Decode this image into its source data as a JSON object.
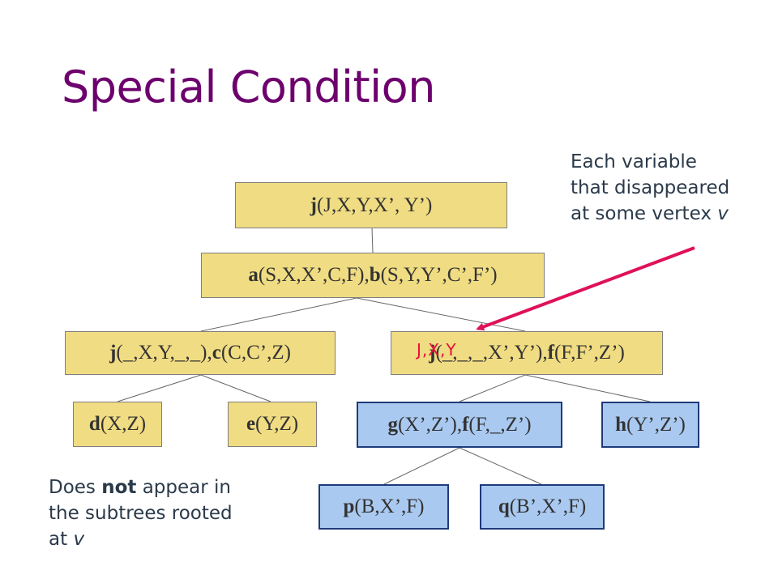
{
  "title": "Special Condition",
  "colors": {
    "title": "#6d006d",
    "yellow_node": "#f0dc82",
    "blue_node": "#a9c9f0",
    "arrow": "#e0105a"
  },
  "nodes": {
    "root": {
      "atom1_pred": "j",
      "atom1_args": "(J,X,Y,X’, Y’)"
    },
    "level1": {
      "atom1_pred": "a",
      "atom1_args": "(S,X,X’,C,F), ",
      "atom2_pred": "b",
      "atom2_args": "(S,Y,Y’,C’,F’)"
    },
    "left2": {
      "atom1_pred": "j",
      "atom1_args": "(_,X,Y,_,_), ",
      "atom2_pred": "c",
      "atom2_args": "(C,C’,Z)"
    },
    "right2": {
      "atom1_pred": "j",
      "atom1_args": "(_,_,_,X’,Y’), ",
      "atom2_pred": "f",
      "atom2_args": "(F,F’,Z’)",
      "overlay": "J,X,Y"
    },
    "d": {
      "atom1_pred": "d",
      "atom1_args": "(X,Z)"
    },
    "e": {
      "atom1_pred": "e",
      "atom1_args": "(Y,Z)"
    },
    "g": {
      "atom1_pred": "g",
      "atom1_args": "(X’,Z’), ",
      "atom2_pred": "f",
      "atom2_args": "(F,_,Z’)"
    },
    "h": {
      "atom1_pred": "h",
      "atom1_args": "(Y’,Z’)"
    },
    "p": {
      "atom1_pred": "p",
      "atom1_args": "(B,X’,F)"
    },
    "q": {
      "atom1_pred": "q",
      "atom1_args": "(B’,X’,F)"
    }
  },
  "annotations": {
    "top_right": {
      "line1": "Each variable",
      "line2": "that disappeared",
      "line3_prefix": "at some vertex ",
      "line3_var": "v"
    },
    "bottom_left": {
      "line1_prefix": "Does ",
      "line1_bold": "not",
      "line1_suffix": " appear in",
      "line2": "the subtrees rooted",
      "line3_prefix": "at ",
      "line3_var": "v"
    }
  }
}
